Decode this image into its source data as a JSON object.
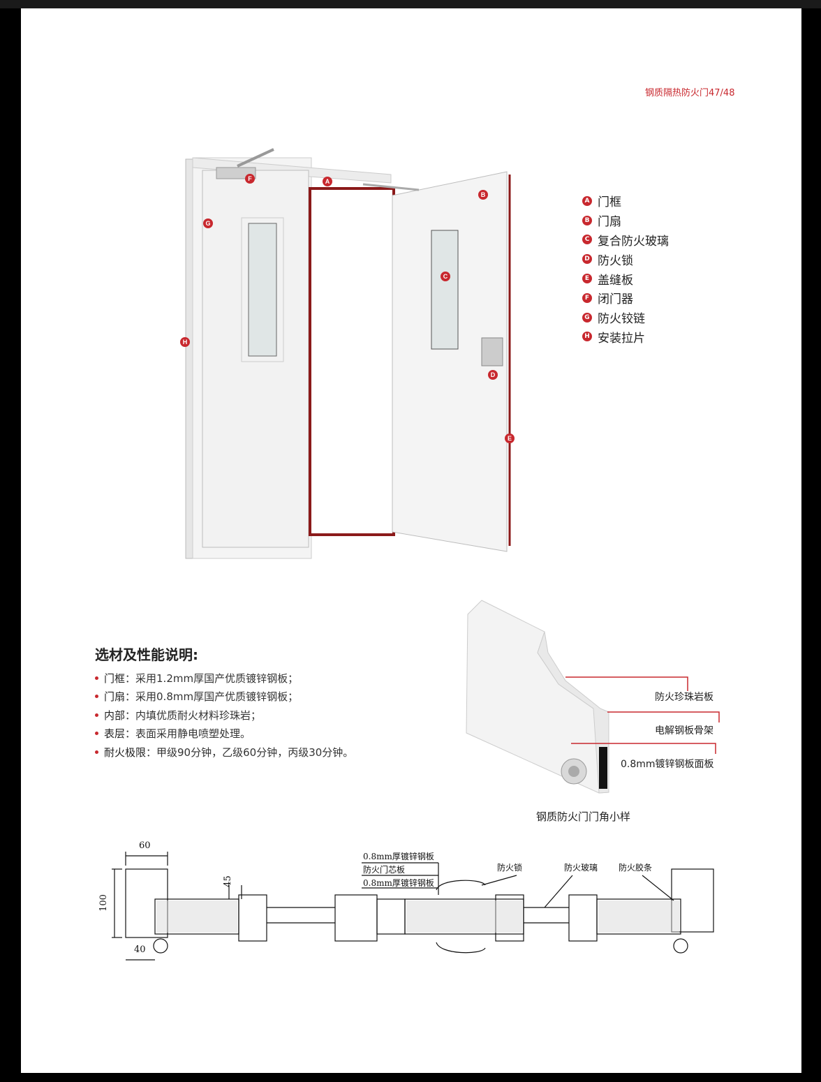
{
  "header": {
    "title": "钢质隔热防火门47/48"
  },
  "legend": [
    {
      "letter": "A",
      "label": "门框"
    },
    {
      "letter": "B",
      "label": "门扇"
    },
    {
      "letter": "C",
      "label": "复合防火玻璃"
    },
    {
      "letter": "D",
      "label": "防火锁"
    },
    {
      "letter": "E",
      "label": "盖缝板"
    },
    {
      "letter": "F",
      "label": "闭门器"
    },
    {
      "letter": "G",
      "label": "防火铰链"
    },
    {
      "letter": "H",
      "label": "安装拉片"
    }
  ],
  "specs": {
    "title": "选材及性能说明:",
    "items": [
      {
        "term": "门框",
        "text": "：采用1.2mm厚国产优质镀锌钢板；"
      },
      {
        "term": "门扇",
        "text": "：采用0.8mm厚国产优质镀锌钢板；"
      },
      {
        "term": "内部",
        "text": "：内填优质耐火材料珍珠岩；"
      },
      {
        "term": "表层",
        "text": "：表面采用静电喷塑处理。"
      },
      {
        "term": "耐火极限",
        "text": "：甲级90分钟，乙级60分钟，丙级30分钟。"
      }
    ]
  },
  "sample": {
    "layers": [
      "防火珍珠岩板",
      "电解钢板骨架",
      "0.8mm镀锌钢板面板"
    ],
    "caption": "钢质防火门门角小样"
  },
  "section": {
    "dims": {
      "frame_width": "60",
      "frame_depth": "100",
      "hinge_offset": "40",
      "leaf_thickness": "45"
    },
    "layers": [
      "0.8mm厚镀锌钢板",
      "防火门芯板",
      "0.8mm厚镀锌钢板"
    ],
    "callouts": [
      "防火锁",
      "防火玻璃",
      "防火胶条"
    ]
  },
  "colors": {
    "accent": "#c8282e",
    "frame_red": "#8b1a1a",
    "door_white": "#f2f2f2"
  }
}
